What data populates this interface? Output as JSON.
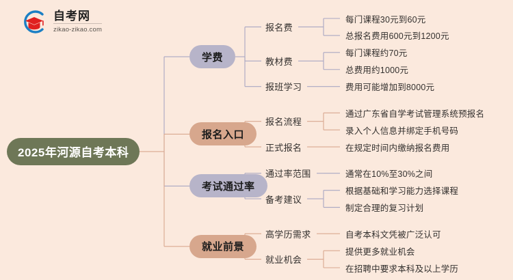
{
  "logo": {
    "title": "自考网",
    "subtitle": "zikao-zikao.com",
    "mark_icon": "graduation-cap-icon"
  },
  "colors": {
    "background": "#fbe9dd",
    "root_fill": "#6e7757",
    "root_text": "#ffffff",
    "branch_purple": "#b7b4c9",
    "branch_tan": "#d7a78d",
    "link_purple": "#a9a7c2",
    "link_tan": "#d9a88f",
    "text": "#33302e"
  },
  "mindmap": {
    "root": "2025年河源自考本科",
    "branches": [
      {
        "label": "学费",
        "style": "purple",
        "children": [
          {
            "label": "报名费",
            "leaves": [
              "每门课程30元到60元",
              "总报名费用600元到1200元"
            ]
          },
          {
            "label": "教材费",
            "leaves": [
              "每门课程约70元",
              "总费用约1000元"
            ]
          },
          {
            "label": "报班学习",
            "leaves": [
              "费用可能增加到8000元"
            ]
          }
        ]
      },
      {
        "label": "报名入口",
        "style": "tan",
        "children": [
          {
            "label": "报名流程",
            "leaves": [
              "通过广东省自学考试管理系统预报名",
              "录入个人信息并绑定手机号码"
            ]
          },
          {
            "label": "正式报名",
            "leaves": [
              "在规定时间内缴纳报名费用"
            ]
          }
        ]
      },
      {
        "label": "考试通过率",
        "style": "purple",
        "children": [
          {
            "label": "通过率范围",
            "leaves": [
              "通常在10%至30%之间"
            ]
          },
          {
            "label": "备考建议",
            "leaves": [
              "根据基础和学习能力选择课程",
              "制定合理的复习计划"
            ]
          }
        ]
      },
      {
        "label": "就业前景",
        "style": "tan",
        "children": [
          {
            "label": "高学历需求",
            "leaves": [
              "自考本科文凭被广泛认可"
            ]
          },
          {
            "label": "就业机会",
            "leaves": [
              "提供更多就业机会",
              "在招聘中要求本科及以上学历"
            ]
          }
        ]
      }
    ]
  }
}
